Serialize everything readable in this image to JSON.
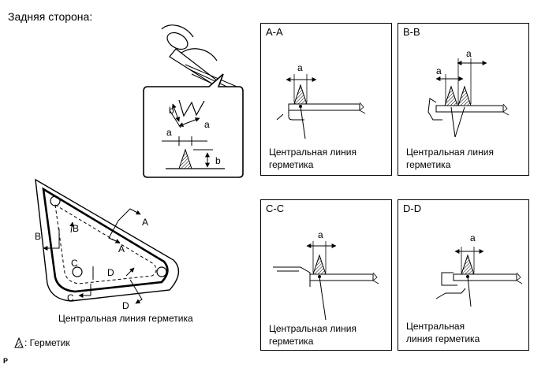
{
  "page": {
    "title": "Задняя сторона:",
    "legend_text": ": Герметик",
    "footer_mark": "P",
    "main_label": "Центральная линия герметика"
  },
  "detail": {
    "a": "a",
    "b": "b"
  },
  "main_markers": {
    "A": "A",
    "B": "B",
    "C": "C",
    "D": "D"
  },
  "sections": [
    {
      "title": "A-A",
      "dim": "a",
      "note_line1": "Центральная линия",
      "note_line2": "герметика"
    },
    {
      "title": "B-B",
      "dim": "a",
      "note_line1": "Центральная линия",
      "note_line2": "герметика"
    },
    {
      "title": "C-C",
      "dim": "a",
      "note_line1": "Центральная линия",
      "note_line2": "герметика"
    },
    {
      "title": "D-D",
      "dim": "a",
      "note_line1": "Центральная",
      "note_line2": "линия герметика"
    }
  ]
}
